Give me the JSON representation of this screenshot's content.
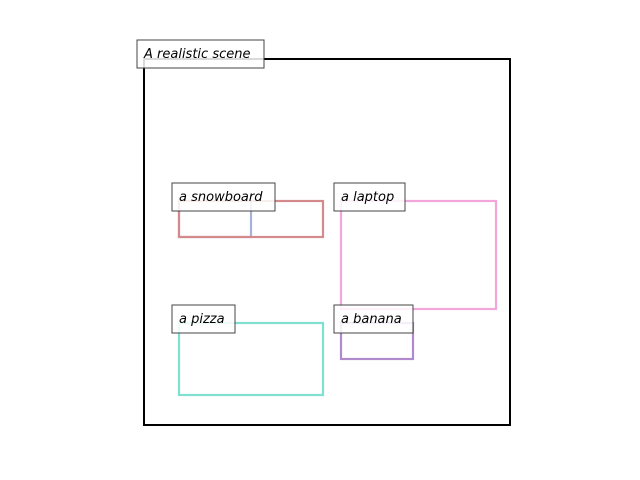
{
  "scene": {
    "title": "A realistic scene",
    "frame_color": "#000000"
  },
  "boxes": [
    {
      "id": "snowboard-back",
      "label": "",
      "color": "#a6b3d6"
    },
    {
      "id": "snowboard",
      "label": "a snowboard",
      "color": "#d48a8a"
    },
    {
      "id": "laptop",
      "label": "a laptop",
      "color": "#f2a6dc"
    },
    {
      "id": "pizza",
      "label": "a pizza",
      "color": "#7fe0d2"
    },
    {
      "id": "banana",
      "label": "a banana",
      "color": "#b08acc"
    }
  ]
}
